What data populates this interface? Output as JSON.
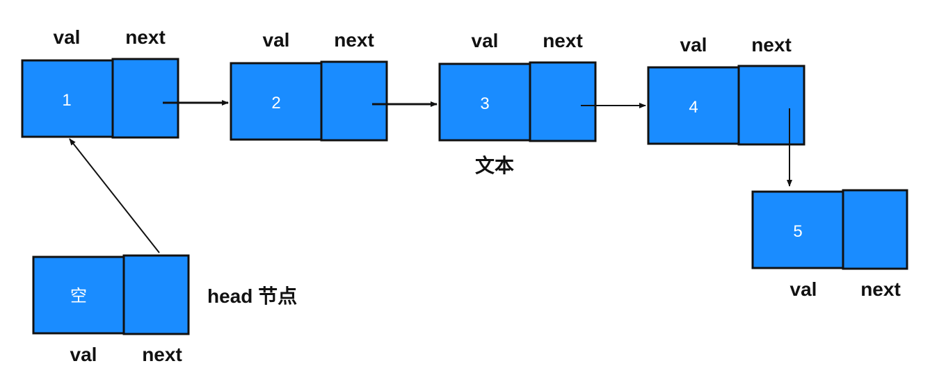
{
  "colors": {
    "node_fill": "#1a8cff",
    "border": "#111111",
    "arrow": "#111111",
    "text": "#111111"
  },
  "nodes": [
    {
      "id": "node-1",
      "value": "1",
      "val_label": "val",
      "next_label": "next"
    },
    {
      "id": "node-2",
      "value": "2",
      "val_label": "val",
      "next_label": "next"
    },
    {
      "id": "node-3",
      "value": "3",
      "val_label": "val",
      "next_label": "next"
    },
    {
      "id": "node-4",
      "value": "4",
      "val_label": "val",
      "next_label": "next"
    },
    {
      "id": "node-5",
      "value": "5",
      "val_label": "val",
      "next_label": "next"
    }
  ],
  "head": {
    "value": "空",
    "val_label": "val",
    "next_label": "next",
    "caption": "head 节点"
  },
  "annotations": {
    "under_node_3": "文本"
  },
  "edges": [
    {
      "from": "node-1",
      "to": "node-2"
    },
    {
      "from": "node-2",
      "to": "node-3"
    },
    {
      "from": "node-3",
      "to": "node-4"
    },
    {
      "from": "node-4",
      "to": "node-5"
    },
    {
      "from": "head",
      "to": "node-1"
    }
  ]
}
